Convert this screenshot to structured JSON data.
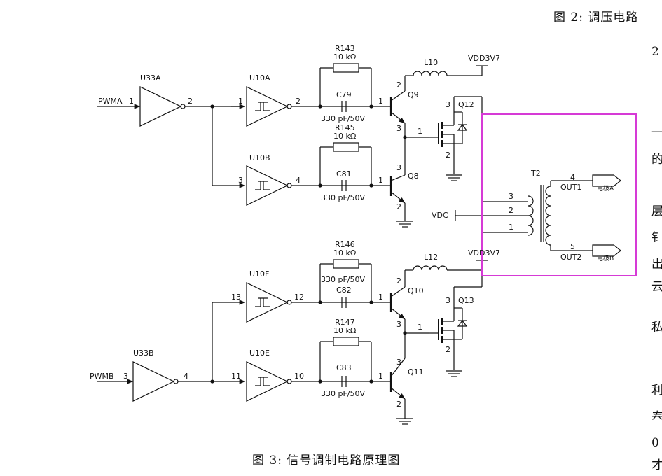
{
  "figure2_caption_fragment": "图 2: 调压电路",
  "figure3_caption": "图 3: 信号调制电路原理图",
  "right_text_fragments": [
    "2",
    "一",
    "的",
    "层",
    "钅",
    "出",
    "云",
    "私",
    "利",
    "𡗗",
    "0",
    "才"
  ],
  "signals": {
    "pwma": "PWMA",
    "pwmb": "PWMB",
    "vdc": "VDC",
    "vdd_top": "VDD3V7",
    "vdd_bottom": "VDD3V7"
  },
  "gates": {
    "u33a": "U33A",
    "u33b": "U33B",
    "u10a": "U10A",
    "u10b": "U10B",
    "u10f": "U10F",
    "u10e": "U10E"
  },
  "resistors": {
    "r143": {
      "ref": "R143",
      "value": "10 kΩ"
    },
    "r145": {
      "ref": "R145",
      "value": "10 kΩ"
    },
    "r146": {
      "ref": "R146",
      "value": "10 kΩ"
    },
    "r147": {
      "ref": "R147",
      "value": "10 kΩ"
    }
  },
  "capacitors": {
    "c79": {
      "ref": "C79",
      "value": "330 pF/50V"
    },
    "c81": {
      "ref": "C81",
      "value": "330 pF/50V"
    },
    "c82": {
      "ref": "C82",
      "value": "330 pF/50V"
    },
    "c83": {
      "ref": "C83",
      "value": "330 pF/50V"
    }
  },
  "inductors": {
    "l10": "L10",
    "l12": "L12"
  },
  "transistors": {
    "q9": "Q9",
    "q8": "Q8",
    "q10": "Q10",
    "q11": "Q11",
    "q12": "Q12",
    "q13": "Q13"
  },
  "transformer": {
    "ref": "T2",
    "out1": "OUT1",
    "out2": "OUT2",
    "electrode_a": "电极A",
    "electrode_b": "电极B"
  },
  "pins": {
    "pwma_in": "1",
    "u33a_out": "2",
    "u10a_in": "1",
    "u10a_out": "2",
    "u10b_in": "3",
    "u10b_out": "4",
    "q9_b": "1",
    "q9_c": "2",
    "q9_e": "3",
    "q8_c": "3",
    "q8_b": "1",
    "q8_e": "2",
    "q12_d": "3",
    "q12_g": "1",
    "q12_s": "2",
    "pwmb_in": "3",
    "u33b_out": "4",
    "u10f_in": "13",
    "u10f_out": "12",
    "u10e_in": "11",
    "u10e_out": "10",
    "q10_b": "1",
    "q10_c": "2",
    "q10_e": "3",
    "q11_c": "3",
    "q11_b": "1",
    "q11_e": "2",
    "q13_d": "3",
    "q13_g": "1",
    "q13_s": "2",
    "t2_p3": "3",
    "t2_p2": "2",
    "t2_p1": "1",
    "t2_p4": "4",
    "t2_p5": "5"
  },
  "colors": {
    "highlight_box": "#d63ad6",
    "wire": "#111111"
  }
}
